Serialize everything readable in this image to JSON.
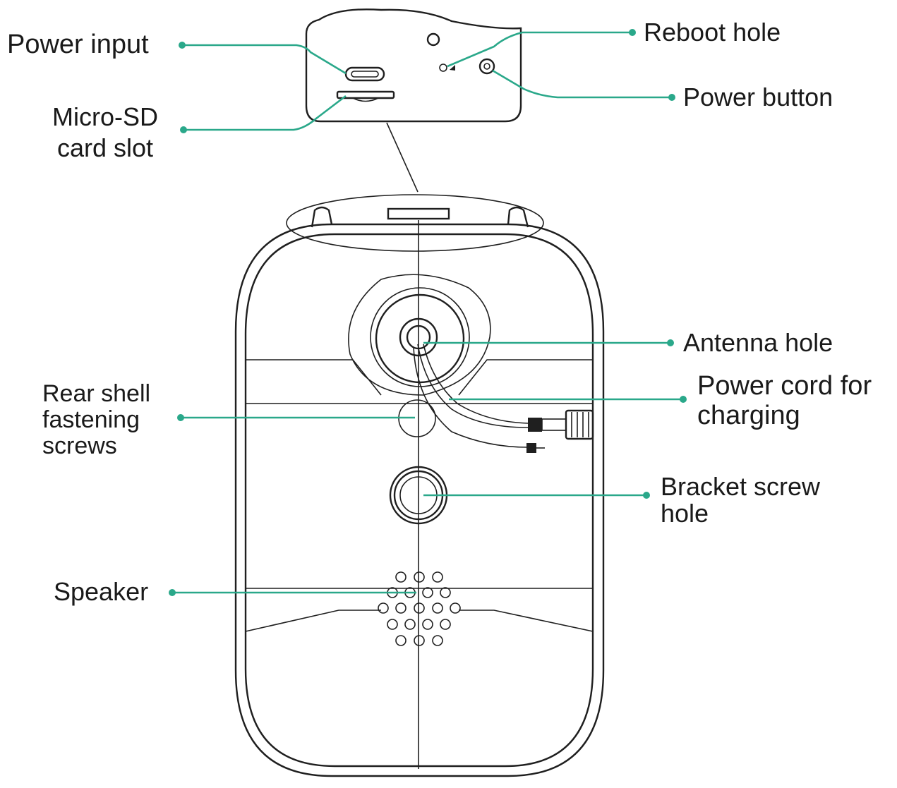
{
  "colors": {
    "leader": "#2aa88a",
    "outline": "#1f1f1f",
    "text": "#1a1a1a"
  },
  "labels": {
    "power_input": "Power input",
    "micro_sd": "Micro-SD\ncard slot",
    "reboot_hole": "Reboot hole",
    "power_button": "Power button",
    "antenna_hole": "Antenna hole",
    "power_cord": "Power cord for\ncharging",
    "rear_shell": "Rear shell\nfastening\nscrews",
    "bracket_screw": "Bracket screw\nhole",
    "speaker": "Speaker"
  }
}
